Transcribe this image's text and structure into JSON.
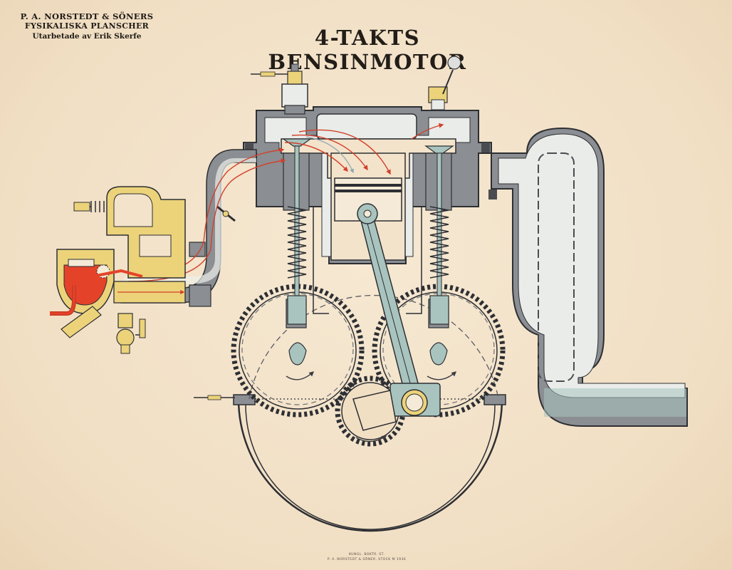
{
  "poster": {
    "publisher_line1": "P. A. NORSTEDT & SÖNERS",
    "publisher_line2": "FYSIKALISKA PLANSCHER",
    "publisher_line3": "Utarbetade av Erik Skerfe",
    "title": "4-TAKTS BENSINMOTOR",
    "imprint_line1": "KUNGL. BOKTR.    ST.",
    "imprint_line2": "P. A. NORSTEDT & SÖNER, STOCK   M 1936"
  },
  "colors": {
    "paper": "#f3e3cb",
    "metal_wall": "#8b8e92",
    "outline": "#2d2f33",
    "cooling_water": "#e9ece8",
    "moving_parts": "#a9c4bf",
    "carburetor": "#ecd37a",
    "fuel": "#e4432a",
    "intake_flow_arrows": "#d3402b",
    "exhaust_flow_arrows": "#8fa6ad"
  },
  "icons": [
    "spark-plug-icon",
    "exhaust-valve-lever-icon",
    "rotation-arrow-icon",
    "throttle-valve-icon"
  ]
}
